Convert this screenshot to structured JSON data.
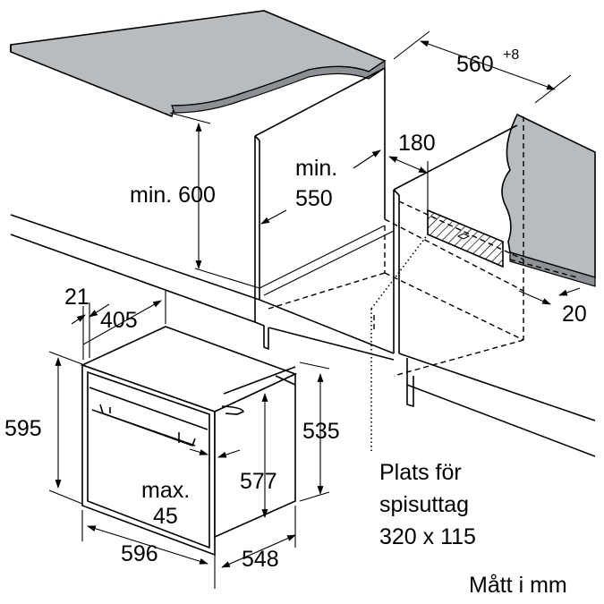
{
  "labels": {
    "width_cabinet": "560",
    "width_cabinet_tol": "+8",
    "min_height": "min. 600",
    "min_depth_line1": "min.",
    "min_depth_line2": "550",
    "socket_offset": "180",
    "panel_offset": "20",
    "front_thickness": "21",
    "depth_top": "405",
    "height_total": "595",
    "height_side": "535",
    "height_body": "577",
    "max_line1": "max.",
    "max_line2": "45",
    "width_total": "596",
    "depth_total": "548",
    "socket_line1": "Plats för",
    "socket_line2": "spisuttag",
    "socket_line3": "320 x 115",
    "units": "Mått i mm"
  },
  "colors": {
    "worktop": "#b9bcbf",
    "line": "#000000",
    "background": "#ffffff"
  }
}
